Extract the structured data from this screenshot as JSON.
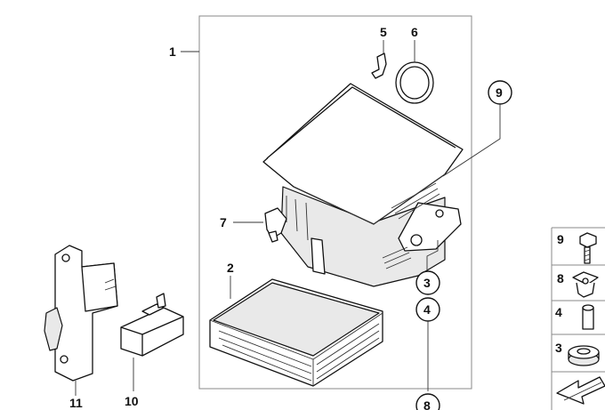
{
  "callouts": {
    "c1": "1",
    "c2": "2",
    "c5": "5",
    "c6": "6",
    "c7": "7",
    "c9": "9",
    "c3": "3",
    "c4": "4",
    "c8": "8",
    "c10": "10",
    "c11": "11"
  },
  "legend": {
    "items": [
      {
        "number": "9",
        "icon": "screw-icon"
      },
      {
        "number": "8",
        "icon": "clip-nut-icon"
      },
      {
        "number": "4",
        "icon": "sleeve-icon"
      },
      {
        "number": "3",
        "icon": "grommet-icon"
      }
    ],
    "footer_icon": "arrow-icon"
  }
}
